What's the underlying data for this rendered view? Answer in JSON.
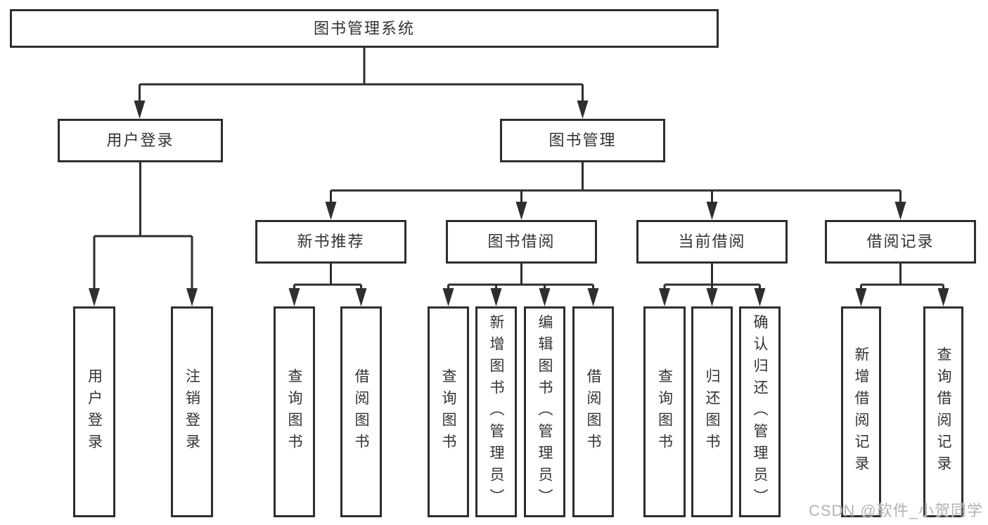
{
  "tree": {
    "label": "图书管理系统",
    "children": [
      {
        "label": "用户登录",
        "children": [
          {
            "label": "用户登录"
          },
          {
            "label": "注销登录"
          }
        ]
      },
      {
        "label": "图书管理",
        "children": [
          {
            "label": "新书推荐",
            "children": [
              {
                "label": "查询图书"
              },
              {
                "label": "借阅图书"
              }
            ]
          },
          {
            "label": "图书借阅",
            "children": [
              {
                "label": "查询图书"
              },
              {
                "label": "新增图书（管理员）"
              },
              {
                "label": "编辑图书（管理员）"
              },
              {
                "label": "借阅图书"
              }
            ]
          },
          {
            "label": "当前借阅",
            "children": [
              {
                "label": "查询图书"
              },
              {
                "label": "归还图书"
              },
              {
                "label": "确认归还（管理员）"
              }
            ]
          },
          {
            "label": "借阅记录",
            "children": [
              {
                "label": "新增借阅记录"
              },
              {
                "label": "查询借阅记录"
              }
            ]
          }
        ]
      }
    ]
  },
  "watermark": {
    "text": "CSDN @软件_小贺同学"
  },
  "colors": {
    "line": "#2e2e2e",
    "text": "#333333",
    "background": "#ffffff",
    "watermark": "#b3b3b3"
  }
}
